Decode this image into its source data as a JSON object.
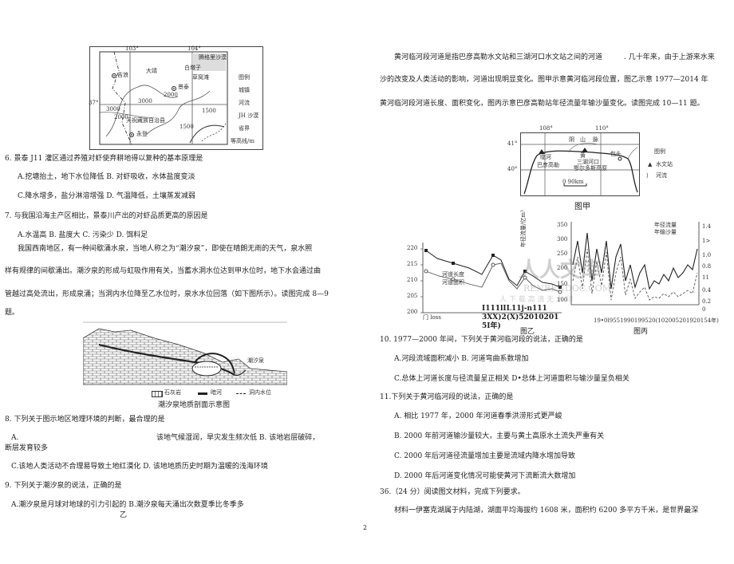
{
  "map1": {
    "lon_labels": [
      "103°",
      "104°"
    ],
    "lat_label": "37°",
    "places": [
      "吉浪",
      "大靖",
      "白墩子",
      "草窝滩",
      "景泰",
      "永登",
      "天祝藏族自治县",
      "腾格里沙漠",
      "川"
    ],
    "contours": [
      "2000",
      "3000",
      "3000",
      "2000",
      "1500",
      "1500"
    ],
    "legend": [
      "图例",
      "城镇",
      "河流",
      "JH 沙漠",
      "省界",
      "等高线/m"
    ]
  },
  "left_col": {
    "q6": "6.  景泰 J11 灌区通过养殖对虾使弃耕地得以复种的基本原理是",
    "q6_ab": "A.挖塘抬土，地下水位降低 B. 对虾吸收，水体盐度变淡",
    "q6_cd": "C.降水增多，盐分淋溶增强 D. 气温降低，土壤蒸发减弱",
    "q7": "7.  与我国沿海主产区相比，景泰川产出的对虾品质更高的原因是",
    "q7_opts": "A.水温高 B. 盐度大 C. 污染少 D. 饵料足",
    "passage_1": "我国西南地区，有一种间歇涌水泉，当地人称之为“潮汐泉”，即使在晴朗无雨的天气，泉水照",
    "passage_2": "样有规律的间歇涌出。潮汐泉的形成与虹吸作用有关，当蓄水洞水位达到甲水位时，地下水会通过曲",
    "passage_3": "管越过高处流出，形成泉涌；当洞内水位降至乙水位时，泉水水位回落（如下图所示）。读图完成 8—9",
    "passage_4": "题。",
    "fig_label": "潮汐泉",
    "fig_legend": [
      "石灰岩",
      "暗河",
      "洞内水位"
    ],
    "fig_caption": "潮汐泉地质剖面示意图",
    "q8": "8.  下列关于图示地区地理环境的判断，最合理的是",
    "q8_a_label": "A.",
    "q8_ab_rest": "该地气候湿润，旱灾发生频次低 B. 该地岩层破碎，",
    "q8_ab_cont": "断层发育较多",
    "q8_cd": "C.该地人类活动不合理易导致土地红漠化 D. 该地地质历史时期为温暖的浅海环境",
    "q9": "9.  下列关于潮汐泉的说法，正确的是",
    "q9_ab": "A.潮汐泉是月球对地球的引力引起的 B.潮汐泉每天涌出次数夏季比冬季多",
    "q9_c": "乙"
  },
  "right_col": {
    "intro_1": "黄河临河段河道是指巴彦高勒水文站和三湖河口水文站之间的河道",
    "intro_1b": ". 几十年来，由于上游来水来",
    "intro_2": "沙的改变及人类活动的影响，河道出现明显变化。图甲示意黄河临河段位置，图乙示意 1977—2014 年",
    "intro_3": "黄河临河段河道长度、面积变化，图丙示意巴彦高勒站年径流量年输沙量变化。读图完成 10—11 题。",
    "map2": {
      "lon_labels": [
        "108°",
        "110°"
      ],
      "lat_labels": [
        "41°",
        "40°"
      ],
      "places": [
        "阴",
        "山",
        "脉",
        "临河",
        "巴彦高勒",
        "黄",
        "三湖河口",
        "鄂尔多斯高原",
        "包头"
      ],
      "scale": "0    90km",
      "legend_title": "图例",
      "legend_items": [
        "水文站",
        "河流"
      ],
      "caption": "图甲"
    },
    "chart_yi": {
      "y_ticks": [
        "220",
        "215",
        "210",
        "205",
        "200"
      ],
      "legend": [
        "河道长度",
        "河道面积"
      ],
      "x_text_1": "I111lIL11j-n111",
      "x_text_2": "3XX)2(X)52010201",
      "x_text_3": "5I年)",
      "caption": "图乙",
      "bottom_label": "门 loss"
    },
    "chart_bing": {
      "y_ticks": [
        "350",
        "300",
        "250",
        "200",
        "150",
        "100"
      ],
      "right_ticks": [
        "1.4",
        "1>",
        "1.0",
        "0.8",
        "11",
        "0.4",
        "0.2",
        "0"
      ],
      "legend": [
        "年径流量",
        "年输沙量"
      ],
      "x_text": "19•0l9551990199520(102005201920154年)",
      "caption": "图丙",
      "left_axis_label": "年径流量/亿m³"
    },
    "q10": "10.  1977—2000 年间，下列关于黄河临河段的说法，正确的是",
    "q10_ab": "A.河段流域面积减小 B. 河道弯曲系数增加",
    "q10_cd": "C.总体上河道长度与径流量呈正相关 D•总体上河道面积与输沙量呈负相关",
    "q11": "11.下列关于黄河临河段的说法，正确的是",
    "q11_a": "A.   相比 1977 年，2000 年河道春季洪涝形式更严峻",
    "q11_b": "B.   2000 年前河道输沙量较大，主要与黄土高原水土流失严重有关",
    "q11_c": "C.   2000 年后河道径流量增加主要是流域内降水增加导致",
    "q11_d": "D.   2000 年后河道变化情况可能使黄河下流断流大数增加",
    "q36": "36.（24 分）阅读图文材料，完成下列要求。",
    "q36_text": "材料一伊塞克湖属于内陆湖，湖面平均海拔约 1608 米，面积约 6200 多平方千米，是世界最深"
  },
  "watermark": {
    "line1": "人人文库",
    "line2": "RENRENDOC.COM",
    "line3": "人  下  载  高  清  无  水  印"
  },
  "page_number": "2"
}
